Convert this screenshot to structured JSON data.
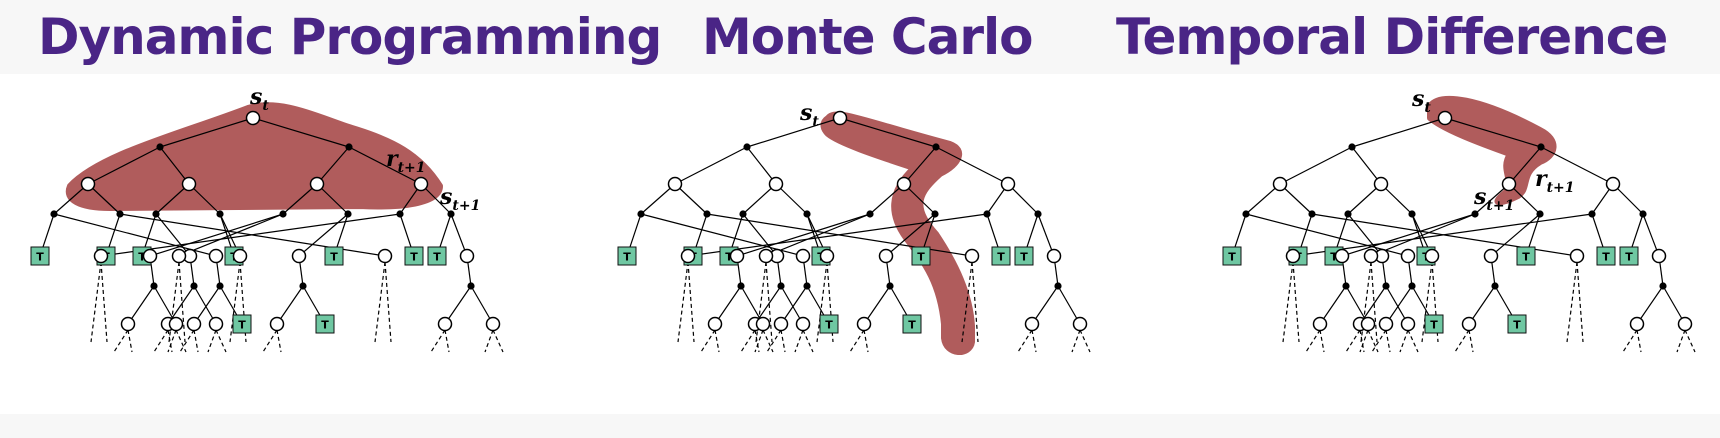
{
  "colors": {
    "title": "#4a2586",
    "highlight": "#b05c5c",
    "terminal_fill": "#6fc7a2",
    "node_stroke": "#000000",
    "background_header": "#f7f7f7",
    "background_panel": "#ffffff"
  },
  "titles": {
    "dp": "Dynamic Programming",
    "mc": "Monte Carlo",
    "td": "Temporal Difference"
  },
  "labels": {
    "s": "s",
    "r": "r",
    "sub_t": "t",
    "sub_t1": "t+1",
    "terminal": "T"
  }
}
